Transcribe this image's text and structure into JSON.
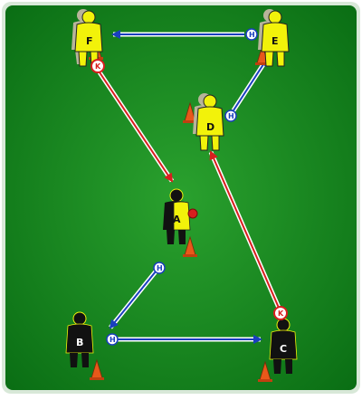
{
  "diagram": {
    "colors": {
      "field_dark": "#0a6e14",
      "field_light": "#2aa12e",
      "border": "#d8e8d8",
      "pass_arrow": "#1a3fbf",
      "run_arrow": "#d81e1e",
      "jersey_yellow": "#f2f20a",
      "jersey_grey": "#b8b49a",
      "jersey_black": "#111111",
      "cone": "#e8581a"
    },
    "players": [
      {
        "id": "A",
        "label": "A",
        "kit": "black-yellow",
        "has_ball": true
      },
      {
        "id": "B",
        "label": "B",
        "kit": "black"
      },
      {
        "id": "C",
        "label": "C",
        "kit": "black"
      },
      {
        "id": "D",
        "label": "D",
        "kit": "yellow"
      },
      {
        "id": "E",
        "label": "E",
        "kit": "yellow"
      },
      {
        "id": "F",
        "label": "F",
        "kit": "yellow"
      }
    ],
    "markers": {
      "pass": "H",
      "run": "K"
    }
  }
}
